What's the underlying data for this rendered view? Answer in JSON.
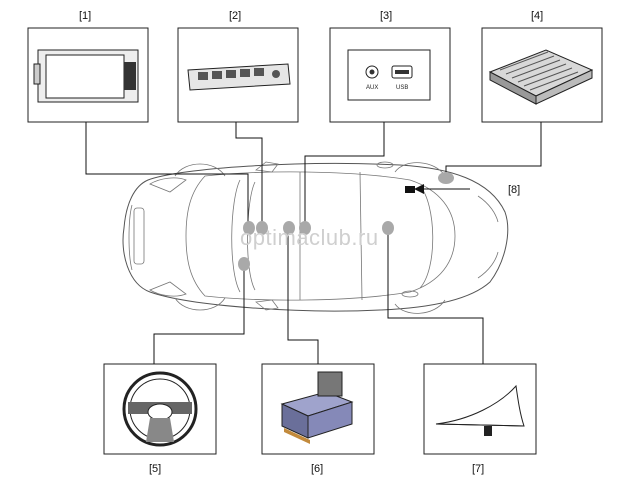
{
  "watermark": "optimaclub.ru",
  "components": [
    {
      "id": "1",
      "label": "[1]",
      "icon": "display-unit-icon"
    },
    {
      "id": "2",
      "label": "[2]",
      "icon": "control-panel-icon"
    },
    {
      "id": "3",
      "label": "[3]",
      "icon": "aux-usb-jack-icon"
    },
    {
      "id": "4",
      "label": "[4]",
      "icon": "amplifier-icon"
    },
    {
      "id": "5",
      "label": "[5]",
      "icon": "steering-wheel-icon"
    },
    {
      "id": "6",
      "label": "[6]",
      "icon": "module-connector-icon"
    },
    {
      "id": "7",
      "label": "[7]",
      "icon": "shark-fin-antenna-icon"
    },
    {
      "id": "8",
      "label": "[8]",
      "icon": "rear-component-icon"
    }
  ],
  "jack_labels": {
    "aux": "AUX",
    "usb": "USB"
  },
  "colors": {
    "dot": "#a9a9a9",
    "line": "#111111",
    "car": "#777777"
  }
}
